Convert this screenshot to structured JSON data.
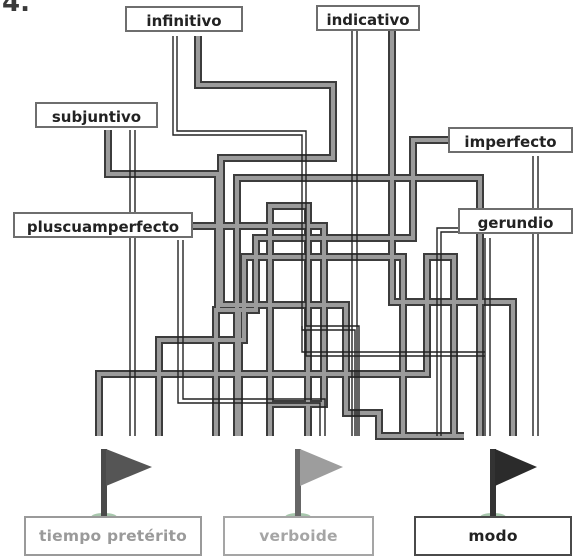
{
  "exercise": {
    "number": "4."
  },
  "terms": {
    "infinitivo": "infinitivo",
    "indicativo": "indicativo",
    "subjuntivo": "subjuntivo",
    "imperfecto": "imperfecto",
    "pluscuamperfecto": "pluscuamperfecto",
    "gerundio": "gerundio"
  },
  "targets": {
    "tiempo_preterito": {
      "label": "tiempo pretérito",
      "color": "#9a9a9a"
    },
    "verboide": {
      "label": "verboide",
      "color": "#a5a5a5"
    },
    "modo": {
      "label": "modo",
      "color": "#4a4a4a"
    }
  },
  "flags": {
    "tiempo_preterito": "#555555",
    "verboide": "#9d9d9d",
    "modo": "#2b2b2b"
  }
}
